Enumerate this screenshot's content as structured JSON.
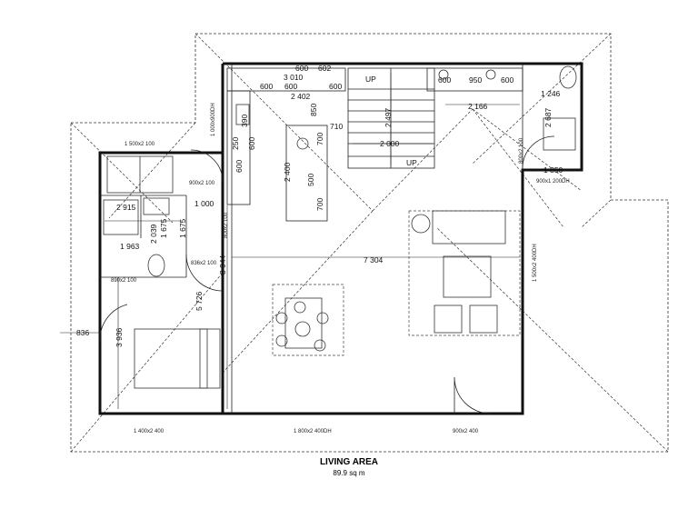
{
  "plan": {
    "title": "LIVING AREA",
    "area": "89.9 sq m",
    "dimensions": {
      "d3010": "3 010",
      "d600a": "600",
      "d600b": "600",
      "d600c": "600",
      "d602": "602",
      "d2402": "2 402",
      "d850": "850",
      "d710": "710",
      "d2497": "2 497",
      "d2000": "2 000",
      "d2166": "2 166",
      "d600d": "600",
      "d950": "950",
      "d600e": "600",
      "d1246": "1 246",
      "d2687": "2 687",
      "d1350": "1 350",
      "d390": "390",
      "d250": "250",
      "d600f": "600",
      "d600g": "600",
      "d600h": "600",
      "d2400": "2 400",
      "d700a": "700",
      "d700b": "700",
      "d500": "500",
      "d1000": "1 000",
      "d2915": "2 915",
      "d1675a": "1 675",
      "d1675b": "1 675",
      "d2039": "2 039",
      "d1963": "1 963",
      "d8944": "8 944",
      "d7304": "7 304",
      "d5726": "5 726",
      "d3936": "3 936",
      "d836": "836"
    },
    "openings": {
      "w1500": "1 500x2 100",
      "w1000": "1 000x900DH",
      "d900x2100a": "900x2 100",
      "d800x2100a": "800x2 100",
      "d836": "836x2 100",
      "d890": "890x2 100",
      "d800x2100b": "800x2 100",
      "w900x1200": "900x1 200DH",
      "w1500x400": "1 500x2 400DH",
      "w1400": "1 400x2 400",
      "w1800": "1 800x2 400DH",
      "d900x2400": "900x2 400"
    },
    "stairs": {
      "up1": "UP",
      "up2": "UP"
    }
  }
}
